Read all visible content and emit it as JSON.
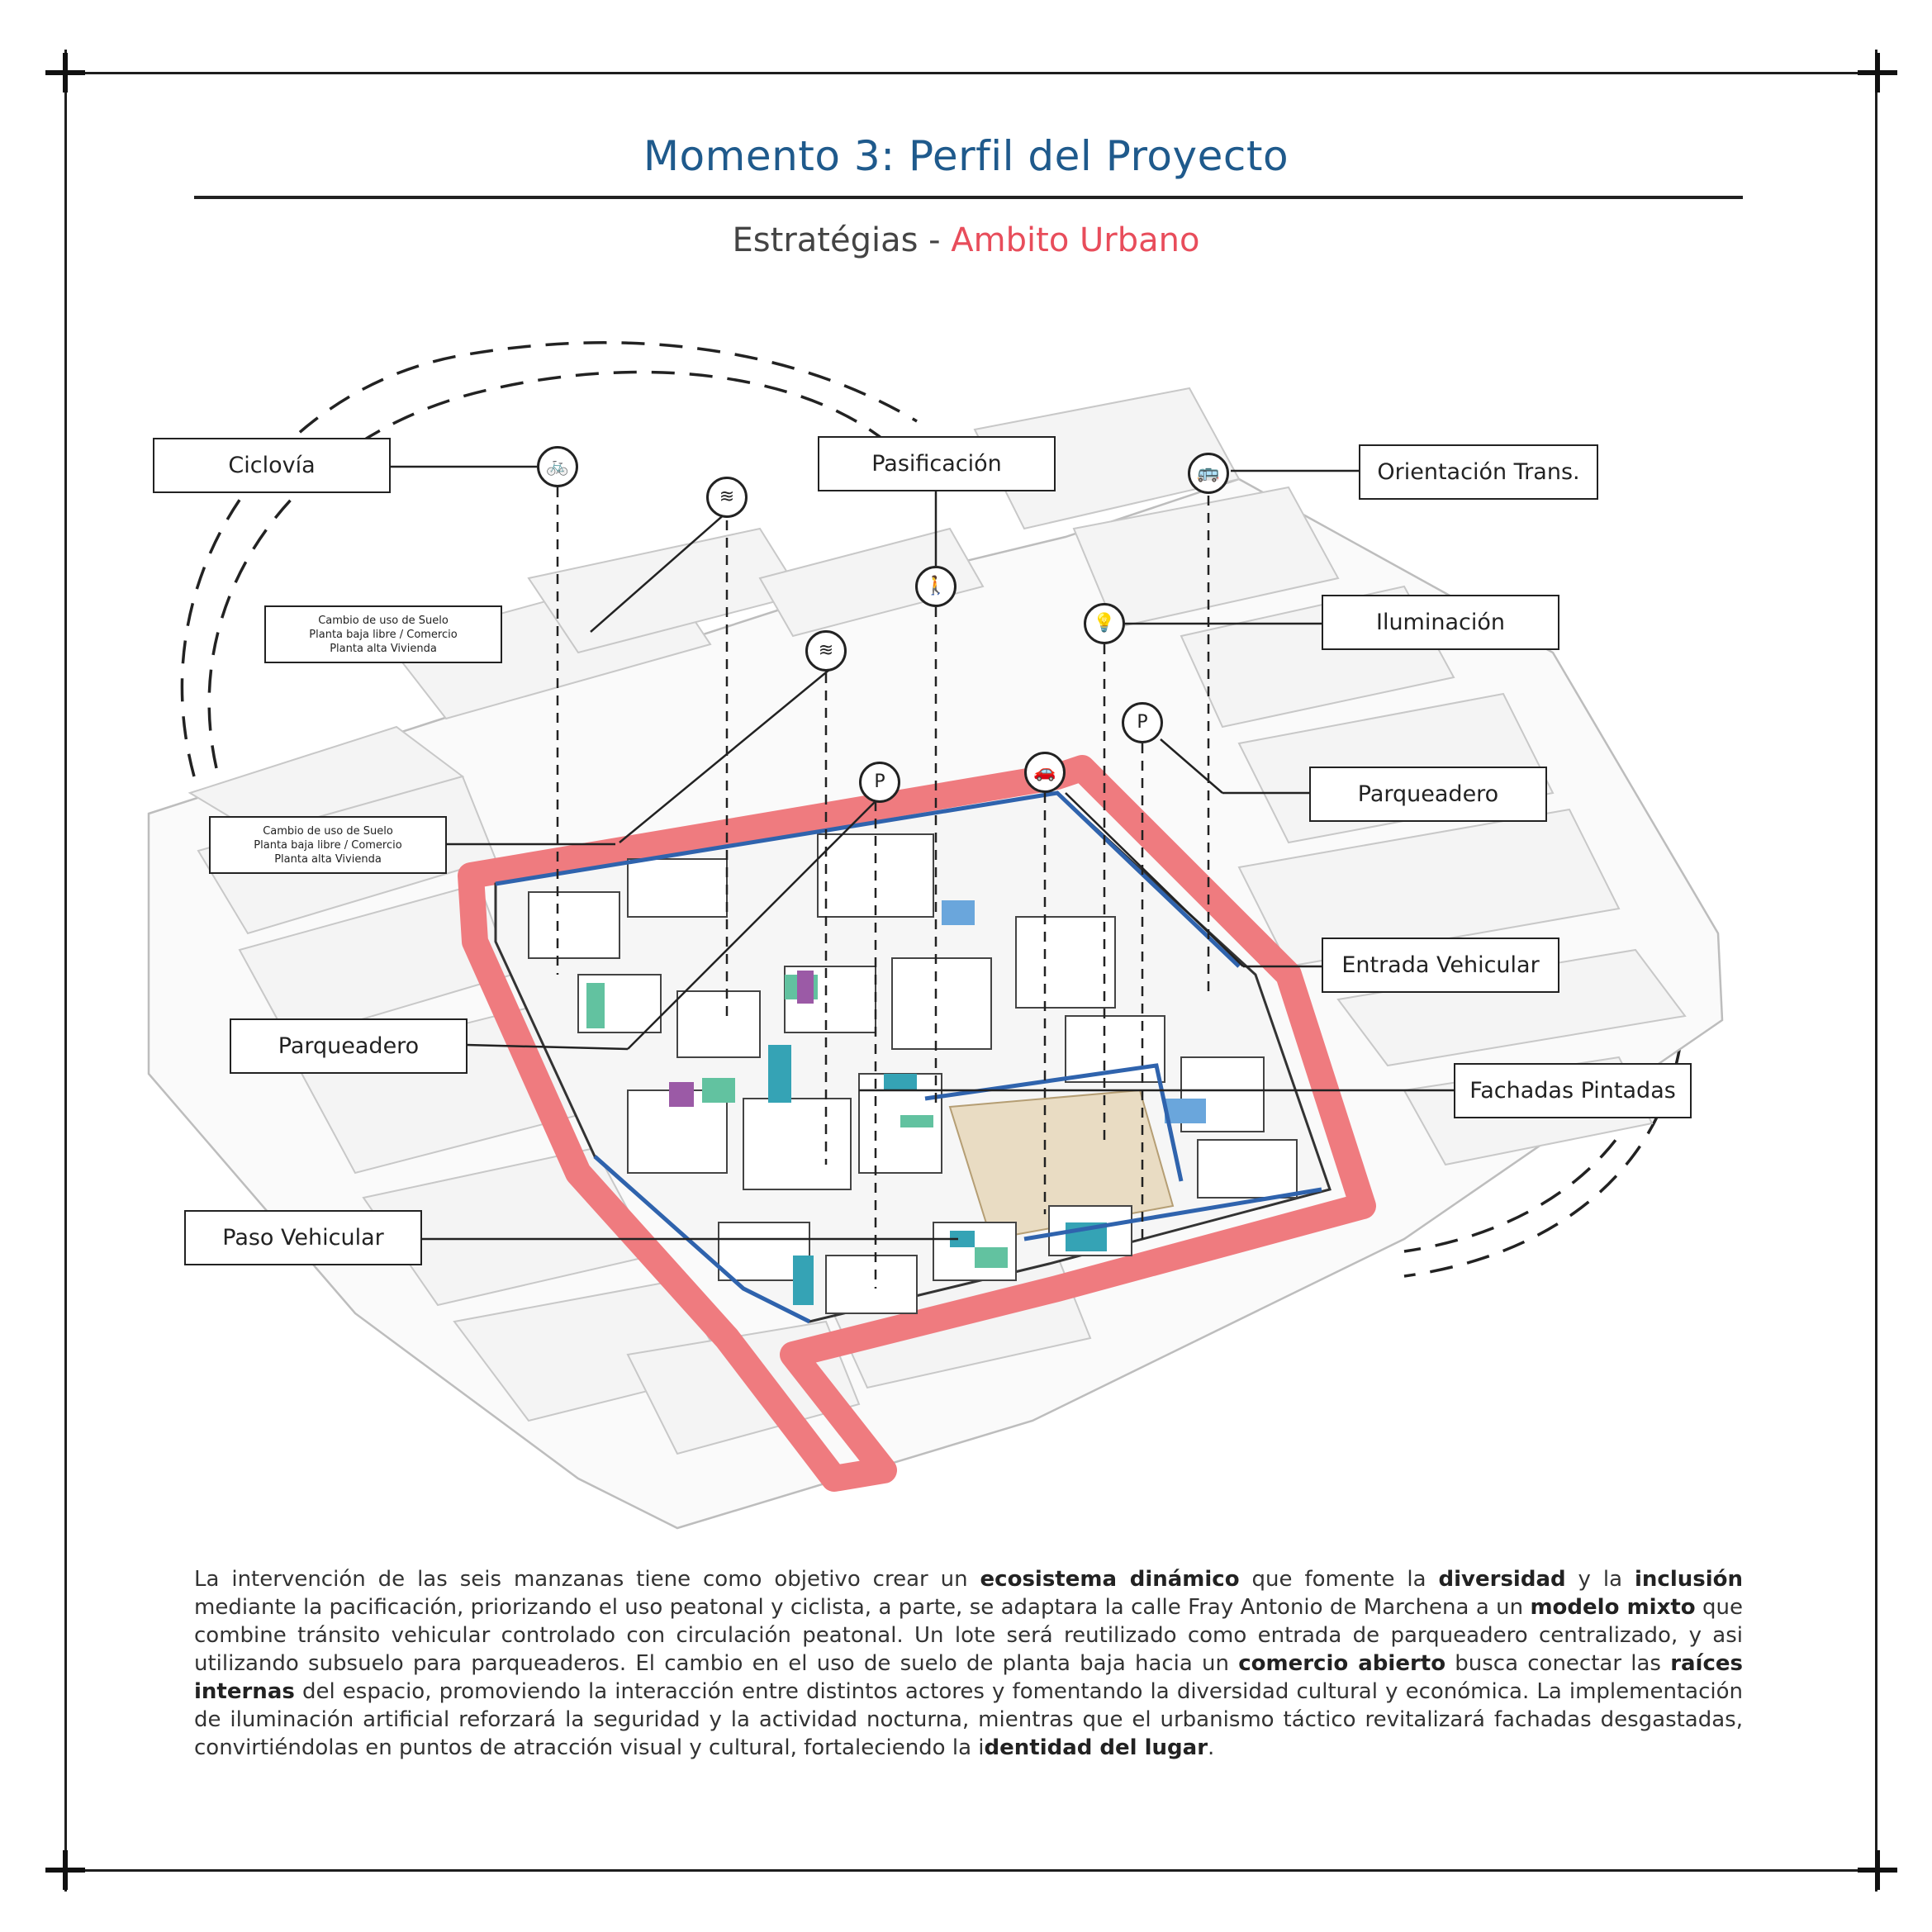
{
  "header": {
    "title": "Momento 3: Perfil del Proyecto",
    "subtitle_prefix": "Estratégias - ",
    "subtitle_accent": "Ambito Urbano"
  },
  "labels": {
    "ciclovia": "Ciclovía",
    "pasificacion": "Pasificación",
    "orientacion": "Orientación Trans.",
    "iluminacion": "Iluminación",
    "parqueadero_right": "Parqueadero",
    "entrada_vehicular": "Entrada Vehicular",
    "fachadas_pintadas": "Fachadas Pintadas",
    "parqueadero_left": "Parqueadero",
    "paso_vehicular": "Paso Vehicular"
  },
  "notes": {
    "upper": [
      "Cambio de uso de Suelo",
      "Planta baja libre / Comercio",
      "Planta alta Vivienda"
    ],
    "lower": [
      "Cambio de uso de Suelo",
      "Planta baja libre / Comercio",
      "Planta alta Vivienda"
    ]
  },
  "icons": {
    "bike": "bike-icon",
    "layers": "layers-icon",
    "pedestrian": "pedestrian-icon",
    "bus": "bus-icon",
    "light": "light-icon",
    "parking": "parking-icon",
    "car": "car-icon"
  },
  "colors": {
    "title": "#1f5a8c",
    "accent": "#e84d5b",
    "street": "#ef7b7f",
    "lane": "#2f63ad",
    "plaza": "#e9dcc3",
    "teal": "#35a3b5",
    "green": "#62c2a0",
    "purple": "#9b5aa6",
    "blue": "#6aa6dc"
  },
  "body": {
    "segments": [
      {
        "t": "La intervención de las seis manzanas tiene como objetivo crear un ",
        "b": false
      },
      {
        "t": "ecosistema dinámico",
        "b": true
      },
      {
        "t": " que fomente la ",
        "b": false
      },
      {
        "t": "diversidad",
        "b": true
      },
      {
        "t": " y la ",
        "b": false
      },
      {
        "t": "inclusión",
        "b": true
      },
      {
        "t": " mediante la pacificación, priorizando el uso peatonal y ciclista, a parte, se adaptara la calle Fray Antonio de Marchena a un ",
        "b": false
      },
      {
        "t": "modelo mixto",
        "b": true
      },
      {
        "t": " que combine tránsito vehicular controlado con circulación peatonal. Un lote será reutilizado como entrada de parqueadero centralizado, y asi utilizando subsuelo para parqueaderos. El cambio en el uso de suelo de planta baja hacia un ",
        "b": false
      },
      {
        "t": "comercio abierto",
        "b": true
      },
      {
        "t": " busca conectar las ",
        "b": false
      },
      {
        "t": "raíces internas",
        "b": true
      },
      {
        "t": " del espacio, promoviendo la interacción entre distintos actores y fomentando la diversidad cultural y económica. La implementación de iluminación artificial reforzará la seguridad y la actividad nocturna, mientras que el urbanismo táctico revitalizará fachadas desgastadas, convirtiéndolas en puntos de atracción visual y cultural, fortaleciendo la i",
        "b": false
      },
      {
        "t": "dentidad del lugar",
        "b": true
      },
      {
        "t": ".",
        "b": false
      }
    ]
  }
}
